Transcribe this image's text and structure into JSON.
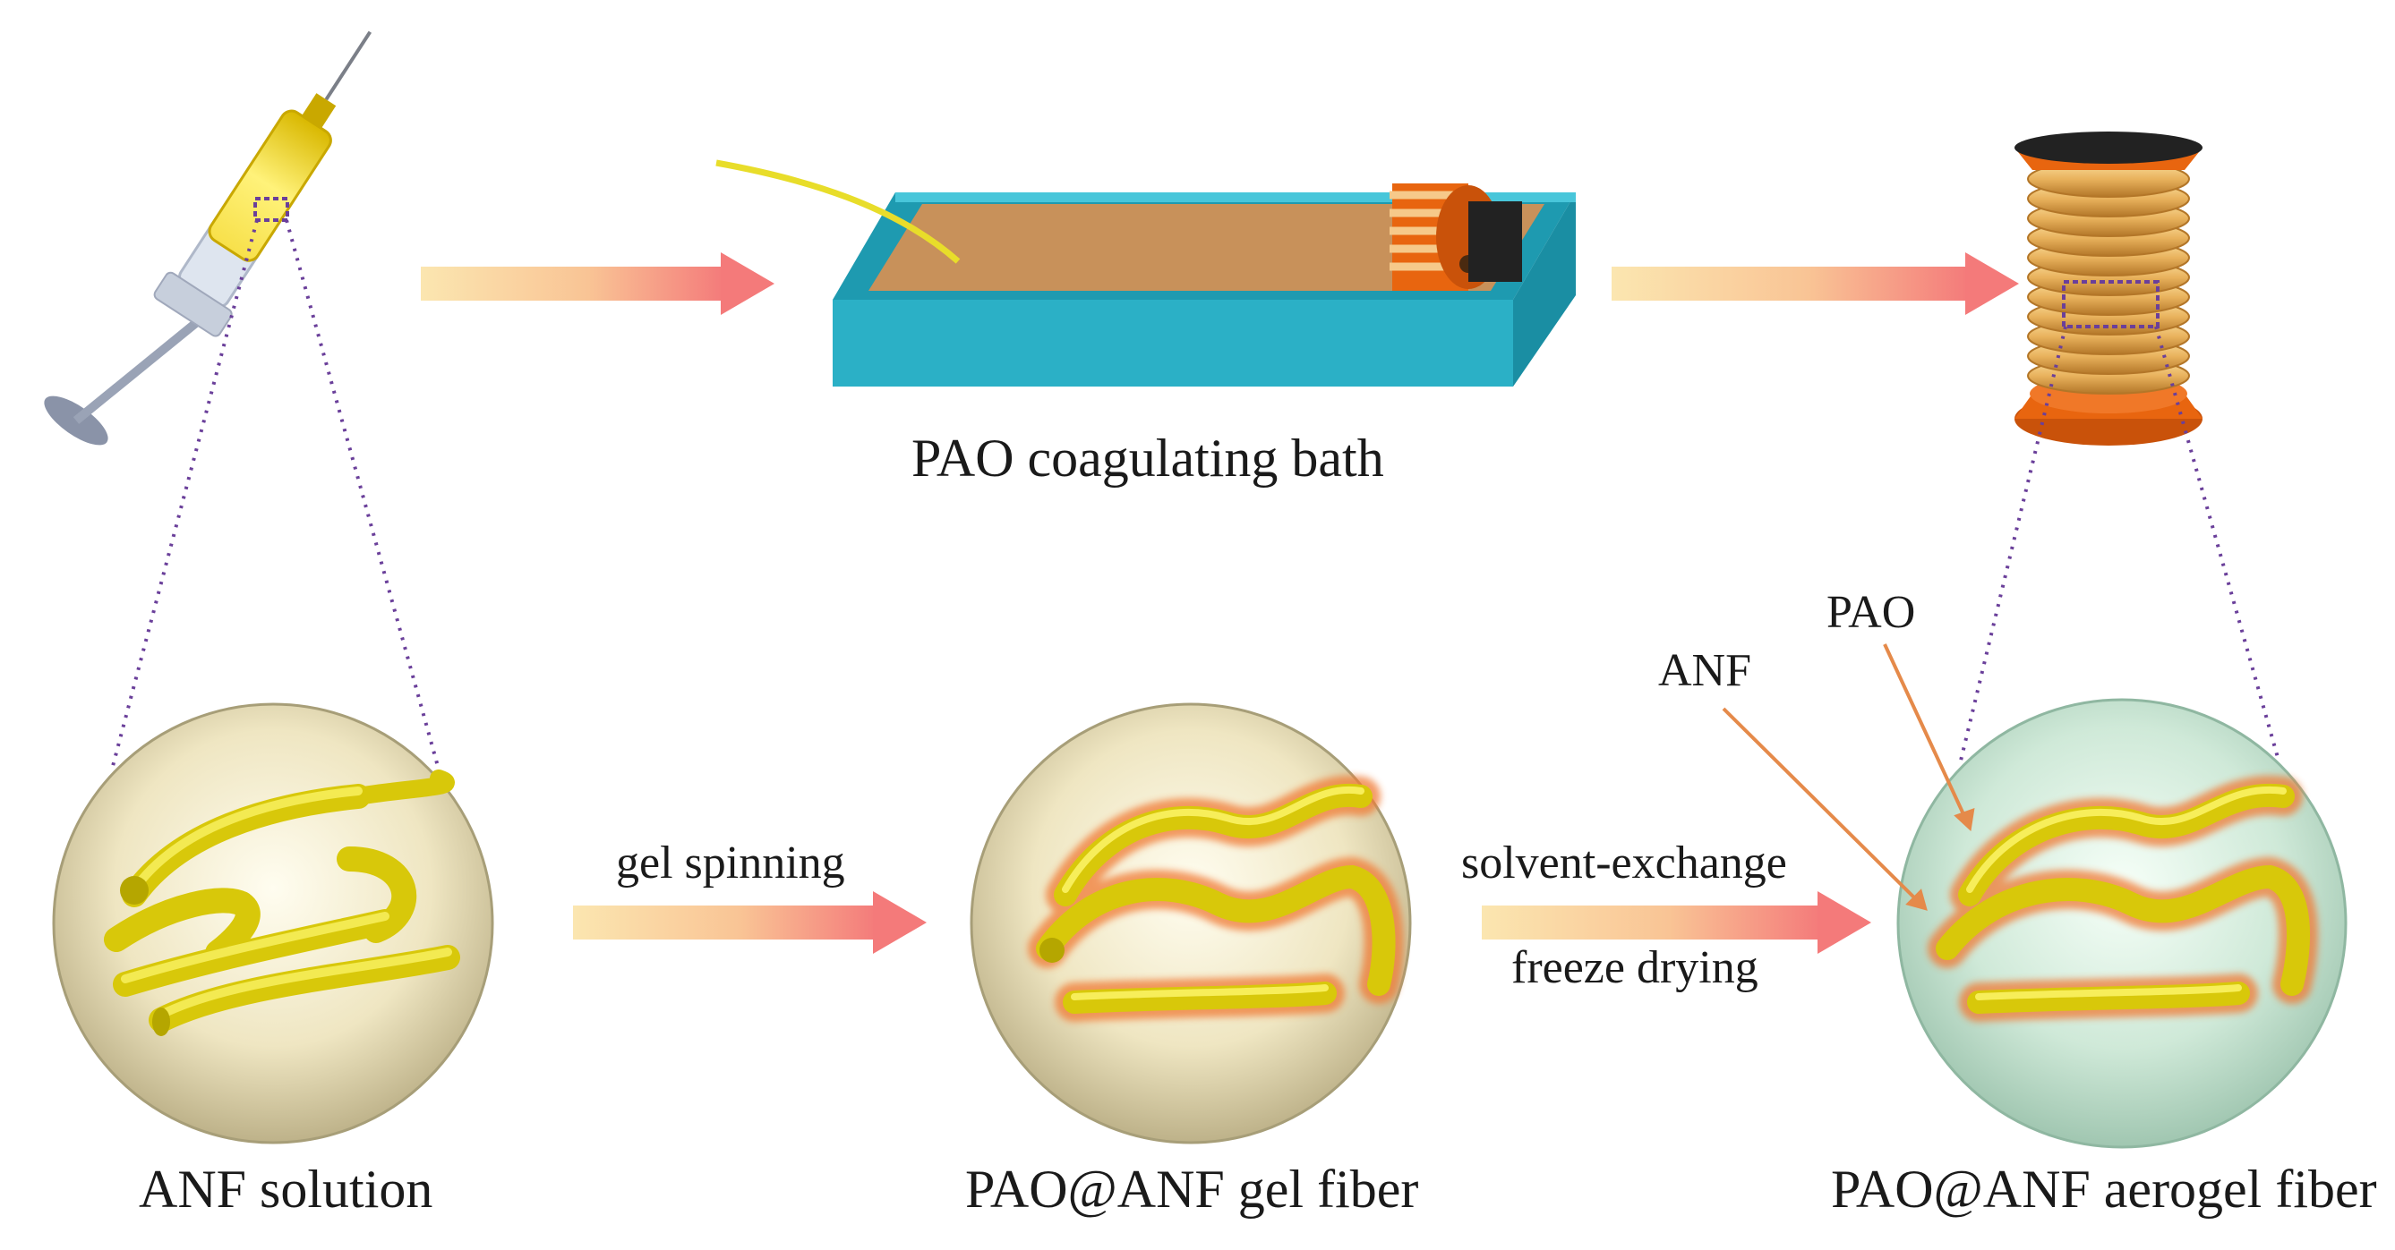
{
  "labels": {
    "bath": "PAO coagulating bath",
    "anf_solution": "ANF solution",
    "gel_fiber": "PAO@ANF gel fiber",
    "aerogel_fiber": "PAO@ANF aerogel fiber",
    "gel_spinning": "gel spinning",
    "solvent_exchange": "solvent-exchange",
    "freeze_drying": "freeze drying",
    "callout_anf": "ANF",
    "callout_pao": "PAO"
  },
  "colors": {
    "arrow_start": "#fbe3a8",
    "arrow_end": "#f47a7a",
    "bath_frame": "#2bb0c6",
    "bath_liquid": "#c8915a",
    "fiber_yellow": "#e6d81e",
    "pao_glow": "#f07a35",
    "spool_orange": "#e8650f",
    "sphere_cream": "#efe7c4",
    "sphere_green": "#cfeadb",
    "dotted_purple": "#6a3f9a"
  },
  "icons": [
    "syringe-icon",
    "coagulating-bath-icon",
    "spool-icon"
  ]
}
